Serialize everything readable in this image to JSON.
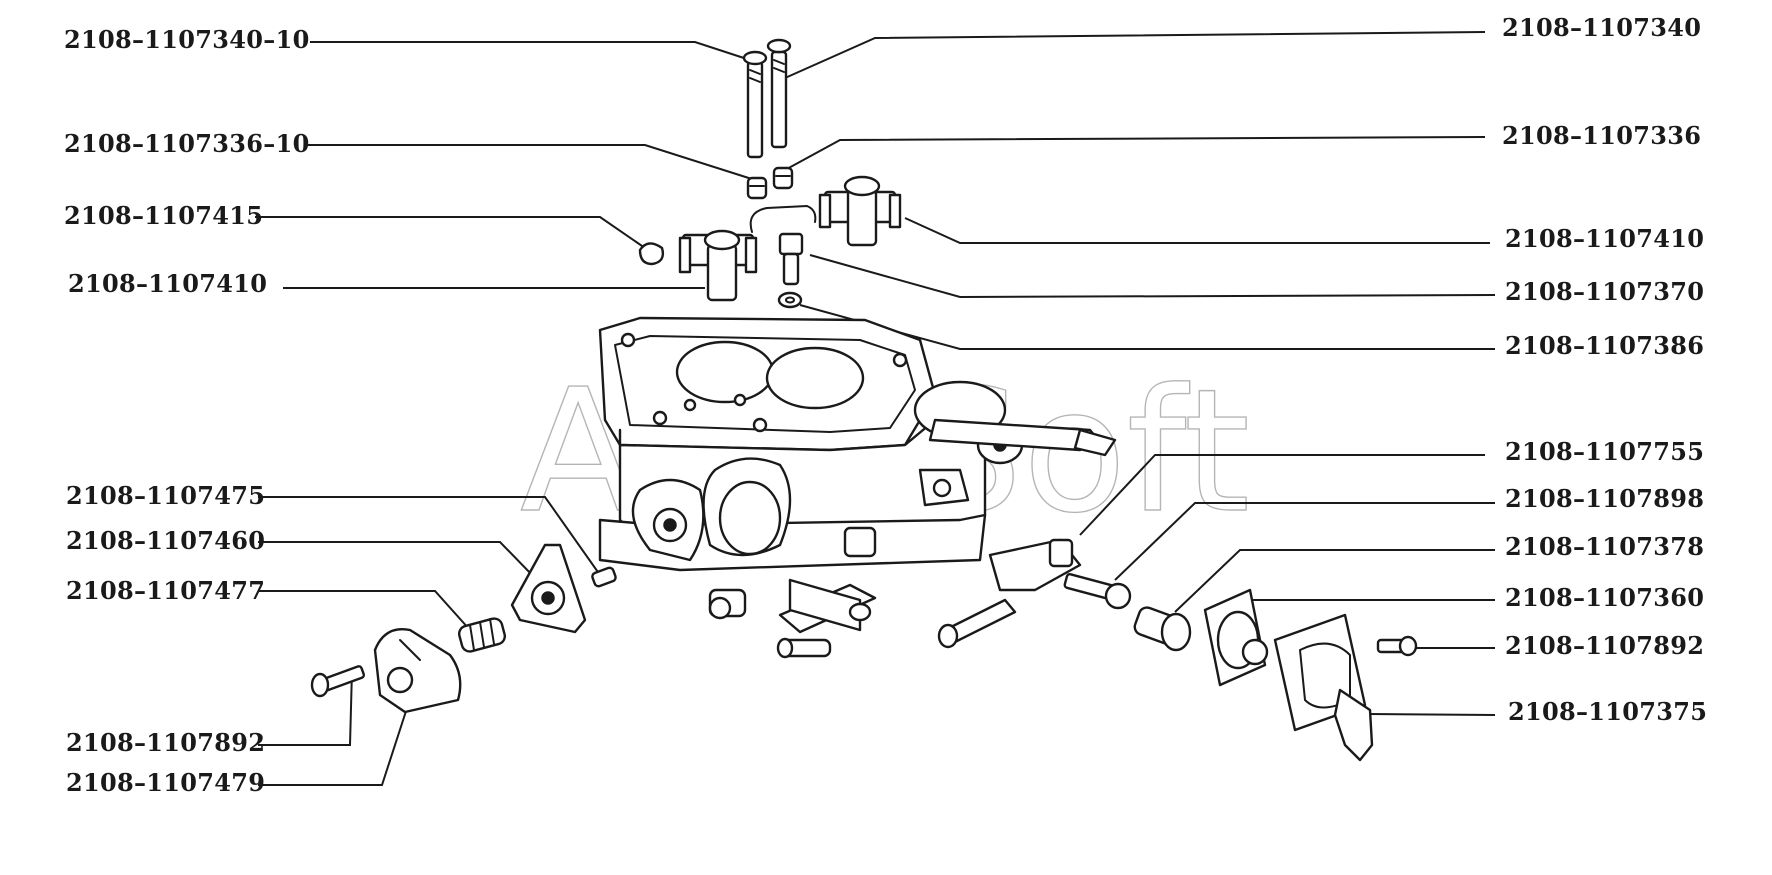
{
  "watermark": "AutoSoft",
  "labels": {
    "l1": "2108–1107340–10",
    "l2": "2108–1107336–10",
    "l3": "2108–1107415",
    "l4": "2108–1107410",
    "l5": "2108–1107475",
    "l6": "2108–1107460",
    "l7": "2108–1107477",
    "l8": "2108–1107892",
    "l9": "2108–1107479",
    "r1": "2108–1107340",
    "r2": "2108–1107336",
    "r3": "2108–1107410",
    "r4": "2108–1107370",
    "r5": "2108–1107386",
    "r6": "2108–1107755",
    "r7": "2108–1107898",
    "r8": "2108–1107378",
    "r9": "2108–1107360",
    "r10": "2108–1107892",
    "r11": "2108–1107375"
  }
}
